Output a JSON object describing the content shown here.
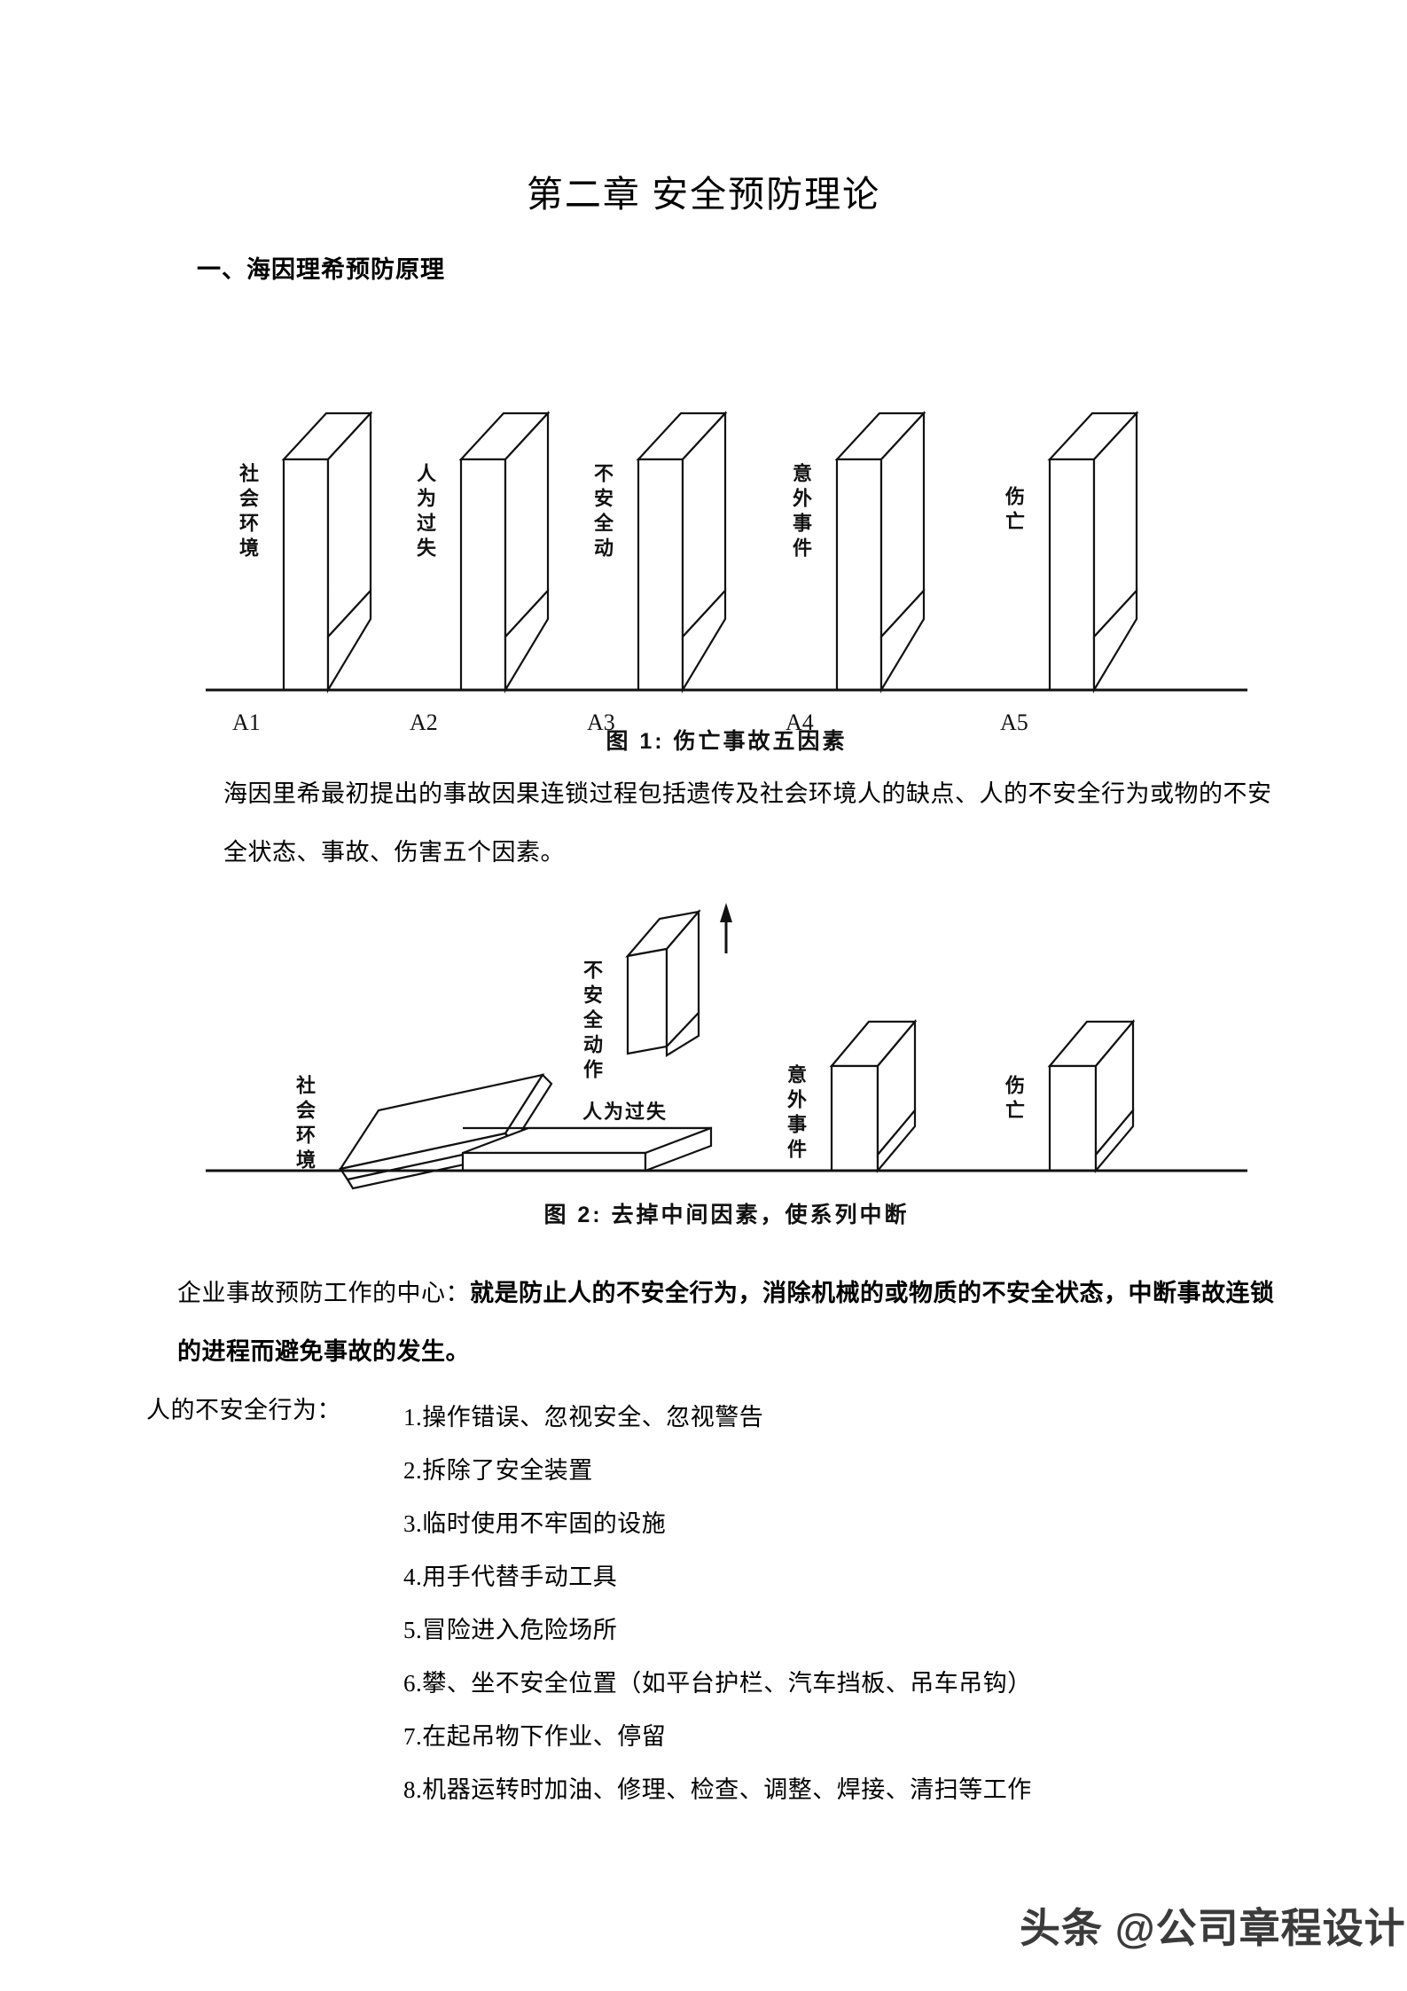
{
  "document": {
    "title": "第二章  安全预防理论",
    "section_heading": "一、海因理希预防原理"
  },
  "figure1": {
    "caption": "图 1:   伤亡事故五因素",
    "blocks": [
      {
        "label": "社会环境",
        "axis": "A1"
      },
      {
        "label": "人为过失",
        "axis": "A2"
      },
      {
        "label": "不安全动",
        "axis": "A3"
      },
      {
        "label": "意外事件",
        "axis": "A4"
      },
      {
        "label": "伤亡",
        "axis": "A5"
      }
    ]
  },
  "paragraph_intro": "海因里希最初提出的事故因果连锁过程包括遗传及社会环境人的缺点、人的不安全行为或物的不安全状态、事故、伤害五个因素。",
  "figure2": {
    "caption": "图 2: 去掉中间因素，使系列中断",
    "blocks": [
      {
        "label": "社会环境",
        "state": "tilted"
      },
      {
        "label": "人为过失",
        "state": "fallen"
      },
      {
        "label": "不安全动作",
        "state": "removed-up"
      },
      {
        "label": "意外事件",
        "state": "standing"
      },
      {
        "label": "伤亡",
        "state": "standing"
      }
    ],
    "arrow": "up-arrow"
  },
  "paragraph_center": {
    "lead": "企业事故预防工作的中心：",
    "bold": "就是防止人的不安全行为，消除机械的或物质的不安全状态，中断事故连锁的进程而避免事故的发生。"
  },
  "unsafe_behaviors": {
    "label": "人的不安全行为：",
    "items": [
      "1.操作错误、忽视安全、忽视警告",
      "2.拆除了安全装置",
      "3.临时使用不牢固的设施",
      "4.用手代替手动工具",
      "5.冒险进入危险场所",
      "6.攀、坐不安全位置（如平台护栏、汽车挡板、吊车吊钩）",
      "7.在起吊物下作业、停留",
      "8.机器运转时加油、修理、检查、调整、焊接、清扫等工作"
    ]
  },
  "watermark": "头条 @公司章程设计",
  "colors": {
    "text": "#000000",
    "page_background": "#ffffff",
    "line": "#111111"
  }
}
